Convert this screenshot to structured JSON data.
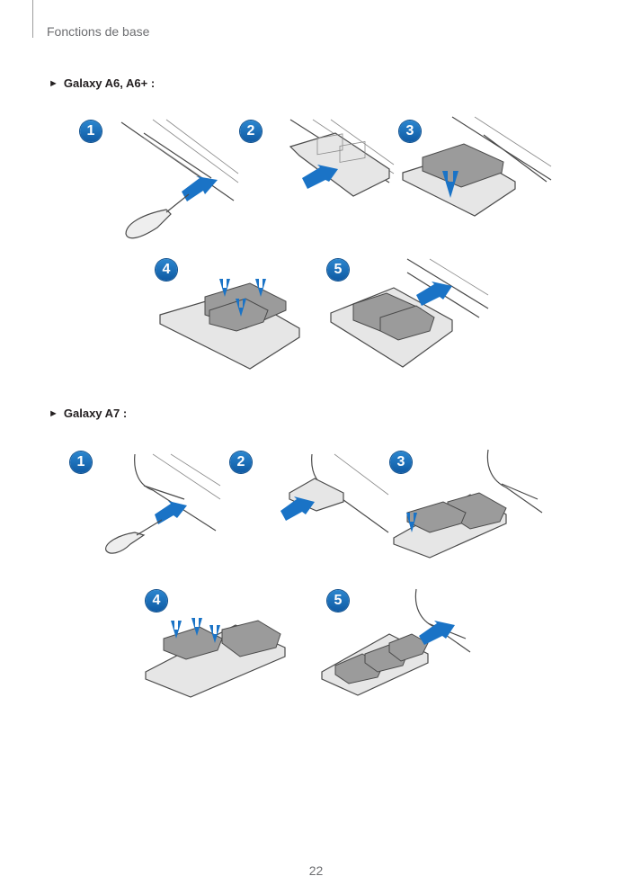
{
  "header": {
    "title": "Fonctions de base"
  },
  "sections": [
    {
      "marker": "►",
      "title": "Galaxy A6, A6+ :"
    },
    {
      "marker": "►",
      "title": "Galaxy A7 :"
    }
  ],
  "steps": [
    "1",
    "2",
    "3",
    "4",
    "5"
  ],
  "colors": {
    "badge": "#1565b3",
    "arrow": "#1a73c6",
    "text": "#231f20",
    "header_text": "#6d6e71"
  },
  "footer": {
    "page_number": "22"
  }
}
